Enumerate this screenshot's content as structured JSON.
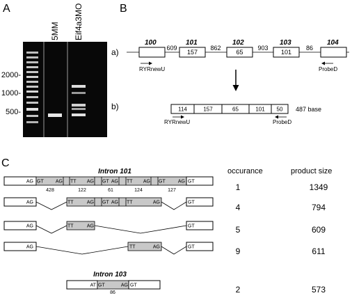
{
  "panels": {
    "A": "A",
    "B": "B",
    "C": "C"
  },
  "gel": {
    "lane_labels": [
      "5MM",
      "Eif4a3MO"
    ],
    "markers": [
      "2000-",
      "1000-",
      "500-"
    ]
  },
  "schematic_a": {
    "row_label": "a)",
    "exons": [
      {
        "number": "100",
        "size": ""
      },
      {
        "number": "101",
        "size": "157"
      },
      {
        "number": "102",
        "size": "65"
      },
      {
        "number": "103",
        "size": "101"
      },
      {
        "number": "104",
        "size": ""
      }
    ],
    "introns": [
      "609",
      "862",
      "903",
      "86"
    ],
    "primer_left": "RYRnewU",
    "primer_right": "ProbeD"
  },
  "schematic_b": {
    "row_label": "b)",
    "segments": [
      "114",
      "157",
      "65",
      "101",
      "50"
    ],
    "total": "487 base",
    "primer_left": "RYRnewU",
    "primer_right": "ProbeD"
  },
  "panel_c": {
    "intron101_title": "Intron 101",
    "intron103_title": "Intron 103",
    "col_occurance": "occurance",
    "col_product": "product size",
    "row1_sizes": [
      "428",
      "122",
      "61",
      "124",
      "127"
    ],
    "row5_size": "86",
    "splice": {
      "ag": "AG",
      "gt": "GT",
      "tt": "TT",
      "at": "AT"
    },
    "rows": [
      {
        "occurance": "1",
        "product": "1349"
      },
      {
        "occurance": "4",
        "product": "794"
      },
      {
        "occurance": "5",
        "product": "609"
      },
      {
        "occurance": "9",
        "product": "611"
      },
      {
        "occurance": "2",
        "product": "573"
      }
    ]
  }
}
